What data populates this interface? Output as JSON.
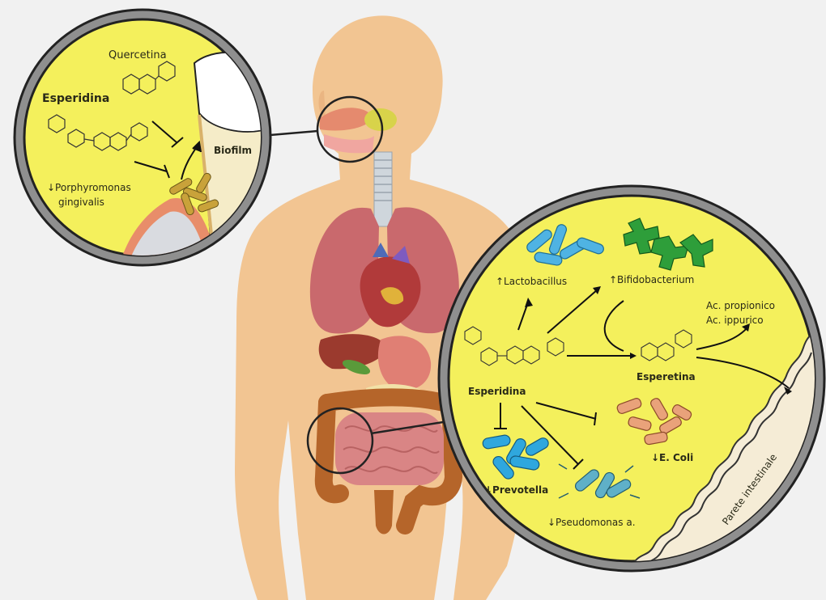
{
  "colors": {
    "background": "#f1f1f1",
    "skin": "#f2c592",
    "magnifier_fill": "#f4f05c",
    "magnifier_ring": "#8f8f8f",
    "lungs": "#c9696d",
    "heart": "#b13a3a",
    "intestine": "#d98585",
    "colon": "#b5652a",
    "lactobacillus": "#4fb3e3",
    "bifidobacterium": "#2e9e3a",
    "e_coli": "#e9a27a",
    "prevotella": "#2fa7de",
    "pseudomonas": "#5fb0c8"
  },
  "oral_inset": {
    "quercetina": "Quercetina",
    "esperidina": "Esperidina",
    "biofilm": "Biofilm",
    "porphyromonas_line1": "↓Porphyromonas",
    "porphyromonas_line2": "gingivalis"
  },
  "gut_inset": {
    "lactobacillus": "↑Lactobacillus",
    "bifidobacterium": "↑Bifidobacterium",
    "ac_propionico": "Ac. propionico",
    "ac_ippurico": "Ac. ippurico",
    "esperidina": "Esperidina",
    "esperetina": "Esperetina",
    "e_coli": "↓E. Coli",
    "prevotella": "↓Prevotella",
    "pseudomonas": "↓Pseudomonas a.",
    "parete": "Parete intestinale"
  }
}
